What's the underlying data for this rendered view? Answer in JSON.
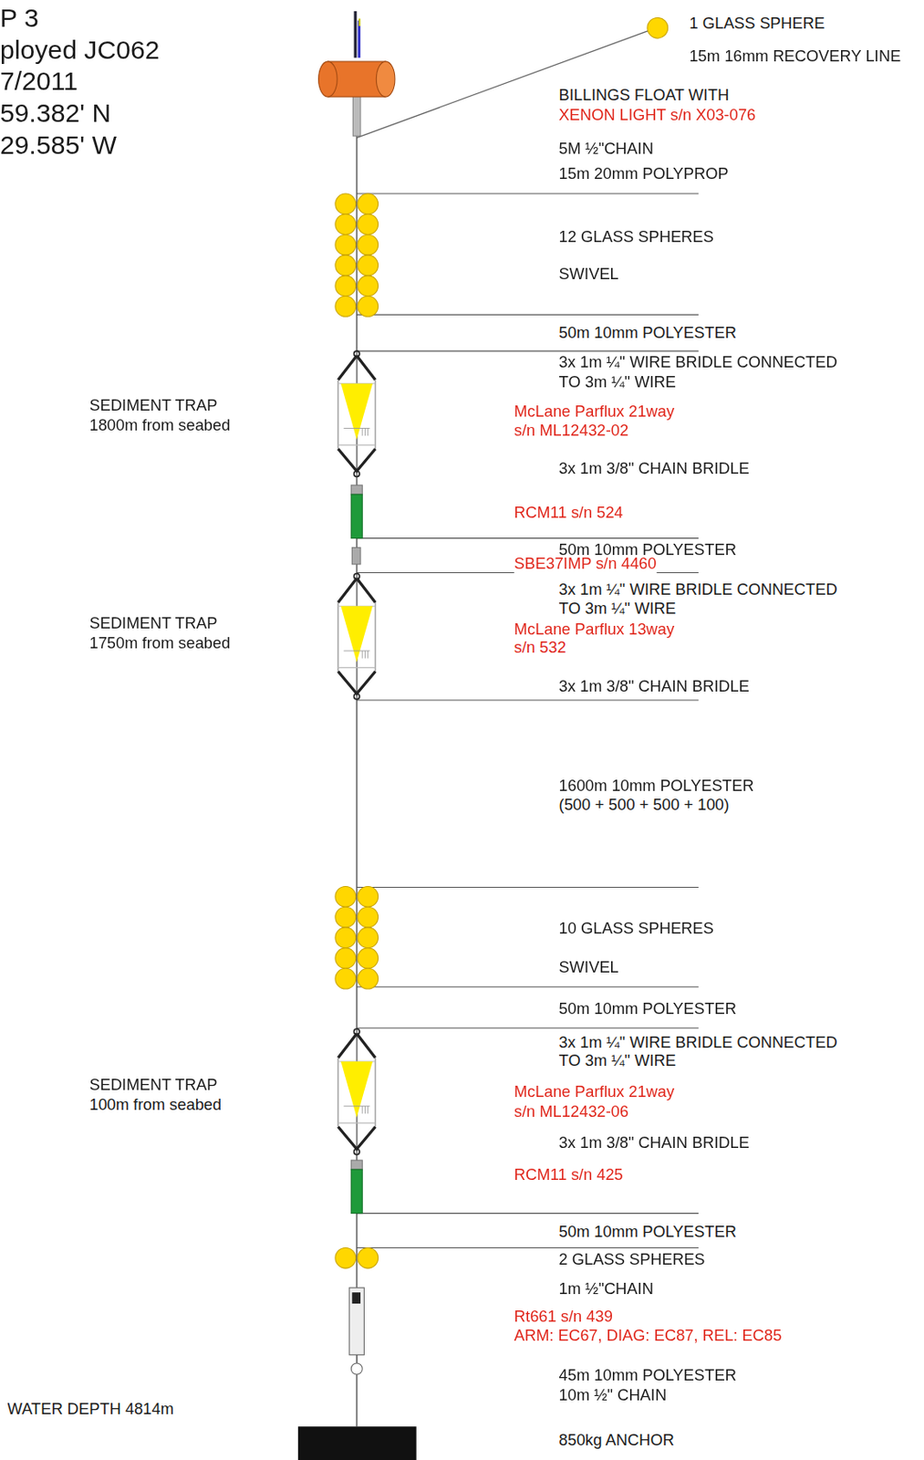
{
  "diagram": {
    "labels": [
      "P 3",
      "ployed JC062",
      "7/2011",
      "59.382' N",
      "29.585' W",
      "1 GLASS SPHERE",
      "15m 16mm RECOVERY LINE",
      "BILLINGS FLOAT WITH",
      "XENON LIGHT s/n X03-076",
      "5M ½\"CHAIN",
      "15m 20mm POLYPROP",
      "12 GLASS SPHERES",
      "SWIVEL",
      "50m 10mm POLYESTER",
      "3x 1m ¼\" WIRE BRIDLE CONNECTED",
      "TO 3m ¼\" WIRE",
      "SEDIMENT TRAP",
      "1800m from seabed",
      "McLane Parflux 21way",
      "s/n ML12432-02",
      "3x 1m 3/8\" CHAIN BRIDLE",
      "RCM11 s/n 524",
      "50m 10mm POLYESTER",
      "SBE37IMP s/n 4460",
      "3x 1m ¼\" WIRE BRIDLE CONNECTED",
      "TO 3m ¼\" WIRE",
      "SEDIMENT TRAP",
      "1750m from seabed",
      "McLane Parflux 13way",
      "s/n 532",
      "3x 1m 3/8\" CHAIN BRIDLE",
      "1600m 10mm POLYESTER",
      "(500 + 500 + 500 + 100)",
      "10 GLASS SPHERES",
      "SWIVEL",
      "50m 10mm POLYESTER",
      "3x 1m ¼\" WIRE BRIDLE CONNECTED",
      "TO 3m ¼\" WIRE",
      "SEDIMENT TRAP",
      "100m from seabed",
      "McLane Parflux 21way",
      "s/n ML12432-06",
      "3x 1m 3/8\" CHAIN BRIDLE",
      "RCM11 s/n 425",
      "50m 10mm POLYESTER",
      "2 GLASS SPHERES",
      "1m ½\"CHAIN",
      "Rt661 s/n 439",
      "ARM: EC67,  DIAG: EC87, REL: EC85",
      "45m 10mm POLYESTER",
      "10m ½\" CHAIN",
      "WATER DEPTH 4814m",
      "850kg ANCHOR"
    ]
  }
}
